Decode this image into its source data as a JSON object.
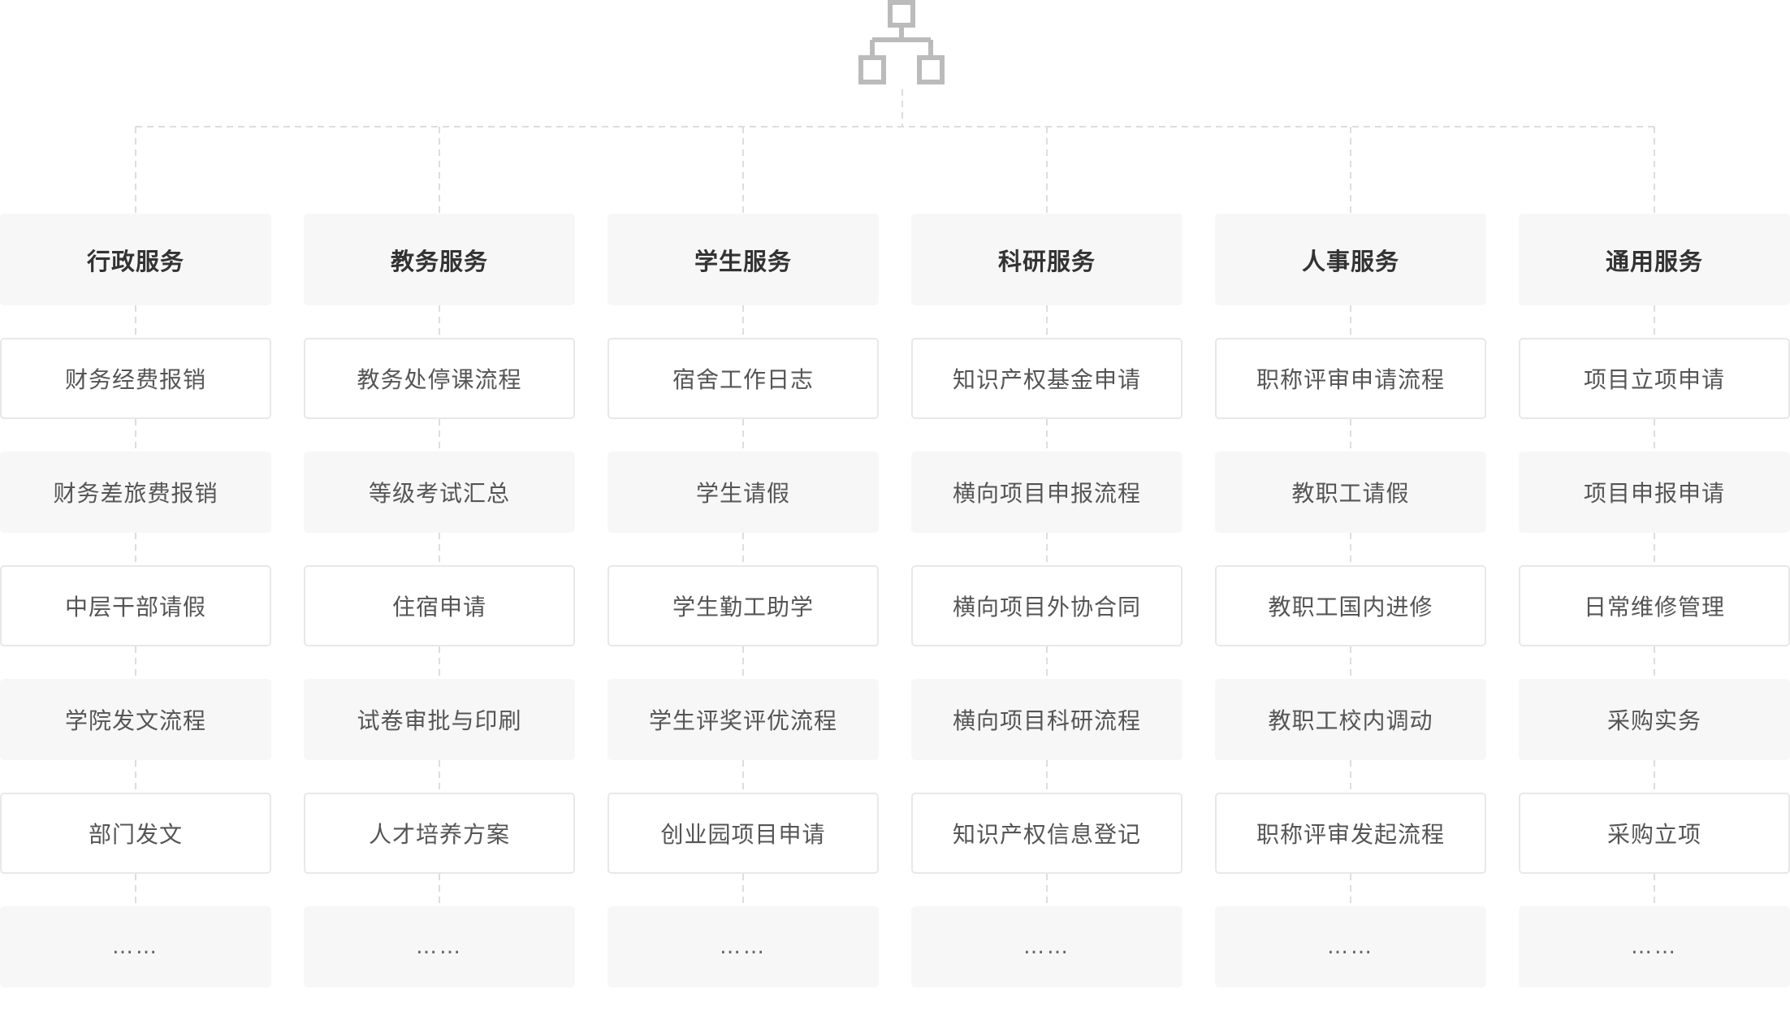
{
  "columns": [
    {
      "header": "行政服务",
      "items": [
        "财务经费报销",
        "财务差旅费报销",
        "中层干部请假",
        "学院发文流程",
        "部门发文",
        "……"
      ]
    },
    {
      "header": "教务服务",
      "items": [
        "教务处停课流程",
        "等级考试汇总",
        "住宿申请",
        "试卷审批与印刷",
        "人才培养方案",
        "……"
      ]
    },
    {
      "header": "学生服务",
      "items": [
        "宿舍工作日志",
        "学生请假",
        "学生勤工助学",
        "学生评奖评优流程",
        "创业园项目申请",
        "……"
      ]
    },
    {
      "header": "科研服务",
      "items": [
        "知识产权基金申请",
        "横向项目申报流程",
        "横向项目外协合同",
        "横向项目科研流程",
        "知识产权信息登记",
        "……"
      ]
    },
    {
      "header": "人事服务",
      "items": [
        "职称评审申请流程",
        "教职工请假",
        "教职工国内进修",
        "教职工校内调动",
        "职称评审发起流程",
        "……"
      ]
    },
    {
      "header": "通用服务",
      "items": [
        "项目立项申请",
        "项目申报申请",
        "日常维修管理",
        "采购实务",
        "采购立项",
        "……"
      ]
    }
  ],
  "colors": {
    "connector": "#dddddd",
    "icon": "#bbbbbb",
    "header_bg": "#f7f7f7",
    "outline_border": "#e8e8e8"
  },
  "icon": "org-hierarchy-icon"
}
